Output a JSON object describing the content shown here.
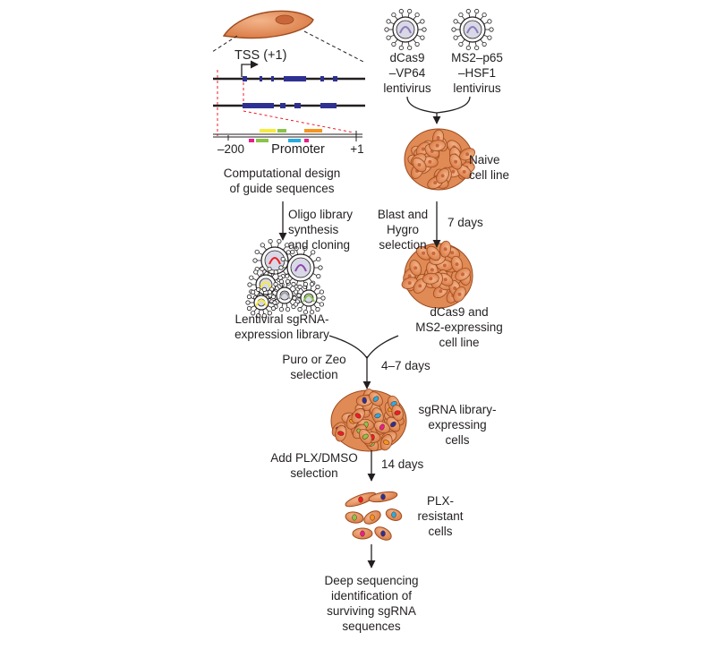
{
  "gene_locus": {
    "tss_label": "TSS (+1)",
    "axis_start": "–200",
    "promoter_label": "Promoter",
    "axis_end": "+1",
    "caption": "Computational design\nof guide sequences"
  },
  "lentiviruses": [
    {
      "label": "dCas9\n–VP64\nlentivirus"
    },
    {
      "label": "MS2–p65\n–HSF1\nlentivirus"
    }
  ],
  "cell_lines": {
    "naive": "Naive\ncell line",
    "selected": "dCas9 and\nMS2-expressing\ncell line",
    "sgrna_cells": "sgRNA library-\nexpressing\ncells",
    "resistant": "PLX-\nresistant\ncells"
  },
  "library": {
    "label": "Lentiviral sgRNA-\nexpression library"
  },
  "steps": {
    "oligo": "Oligo library\nsynthesis\nand cloning",
    "blast_hygro": "Blast and\nHygro\nselection",
    "days_7": "7 days",
    "puro_zeo": "Puro or Zeo\nselection",
    "days_4_7": "4–7 days",
    "plx": "Add PLX/DMSO\nselection",
    "days_14": "14 days",
    "sequencing": "Deep sequencing\nidentification of\nsurviving sgRNA\nsequences"
  },
  "colors": {
    "cell_fill": "#e8925e",
    "cell_stroke": "#9c4a1e",
    "exon_blue": "#2e3192",
    "guide_line_red": "#ed1c24",
    "arrow": "#231f20"
  }
}
